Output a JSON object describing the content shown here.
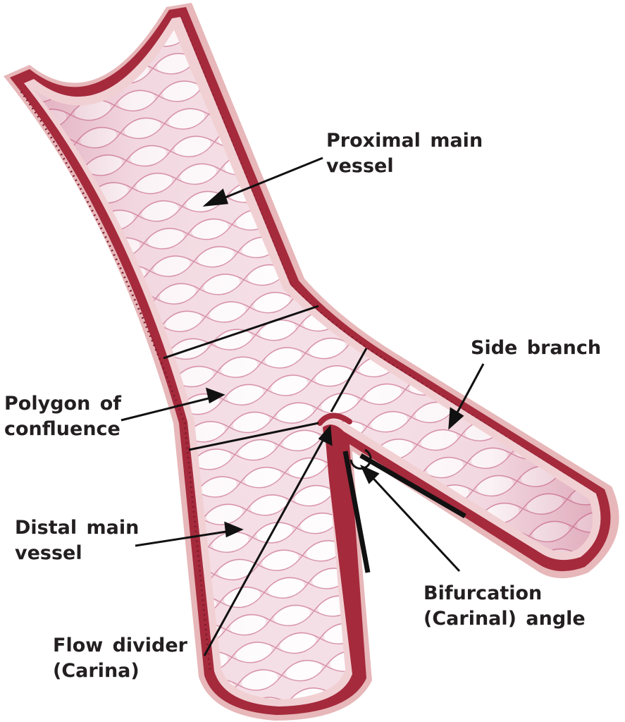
{
  "labels": {
    "proximal_main_vessel": [
      "Proximal main",
      "vessel"
    ],
    "side_branch": [
      "Side branch"
    ],
    "polygon_of_confluence": [
      "Polygon of",
      "confluence"
    ],
    "distal_main_vessel": [
      "Distal main",
      "vessel"
    ],
    "bifurcation_angle": [
      "Bifurcation",
      "(Carinal) angle"
    ],
    "flow_divider": [
      "Flow divider",
      "(Carina)"
    ]
  },
  "colors": {
    "wall_outer": "#e7b7b9",
    "wall_muscle": "#a52a3c",
    "lumen": "#f4dce4",
    "lumen_cells": "#ffffff",
    "cell_edges": "#c9708f",
    "text": "#231f20",
    "lines": "#111111"
  }
}
